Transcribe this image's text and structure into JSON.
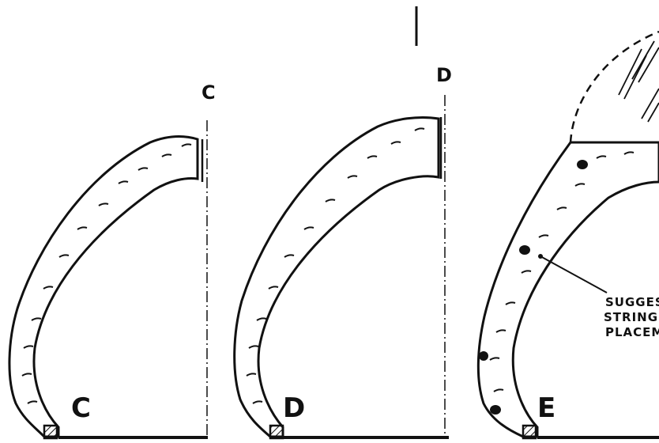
{
  "sections": [
    {
      "id": "C",
      "bottom_label": "C",
      "top_label": "C"
    },
    {
      "id": "D",
      "bottom_label": "D",
      "top_label": "D"
    },
    {
      "id": "E",
      "bottom_label": "E"
    }
  ],
  "callout": {
    "lines": [
      "SUGGESTE",
      "STRINGER",
      "PLACEMEN"
    ]
  },
  "colors": {
    "ink": "#111111",
    "paper": "#ffffff"
  }
}
